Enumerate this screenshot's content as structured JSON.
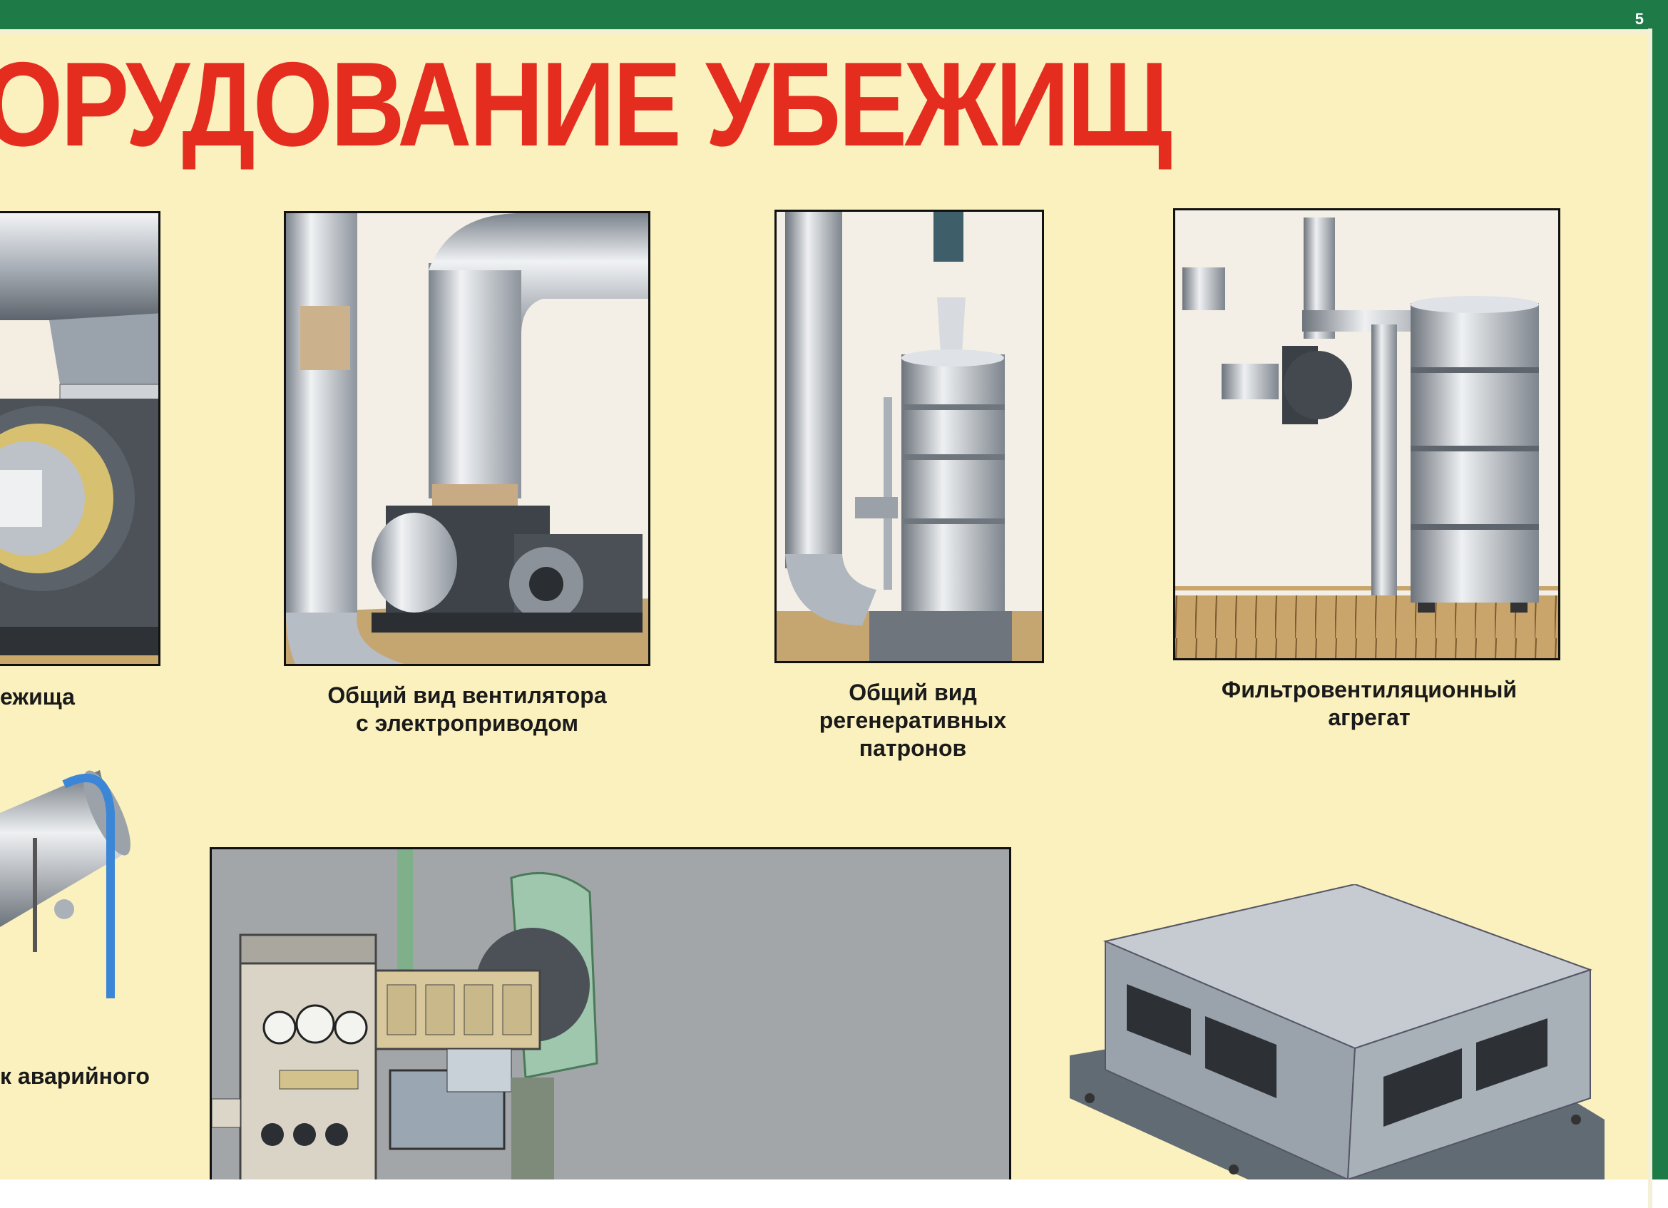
{
  "page": {
    "number": "5",
    "title": "ОРУДОВАНИЕ УБЕЖИЩ"
  },
  "captions": [
    {
      "id": "c1",
      "text": "ежища"
    },
    {
      "id": "c2",
      "line1": "Общий вид вентилятора",
      "line2": "с электроприводом"
    },
    {
      "id": "c3",
      "line1": "Общий вид",
      "line2": "регенеративных",
      "line3": "патронов"
    },
    {
      "id": "c4",
      "line1": "Фильтровентиляционный",
      "line2": "агрегат"
    },
    {
      "id": "c5",
      "text": "к аварийного"
    }
  ],
  "colors": {
    "green_border": "#1e7a47",
    "title_red": "#e52d1f",
    "background": "#fbf1be"
  }
}
